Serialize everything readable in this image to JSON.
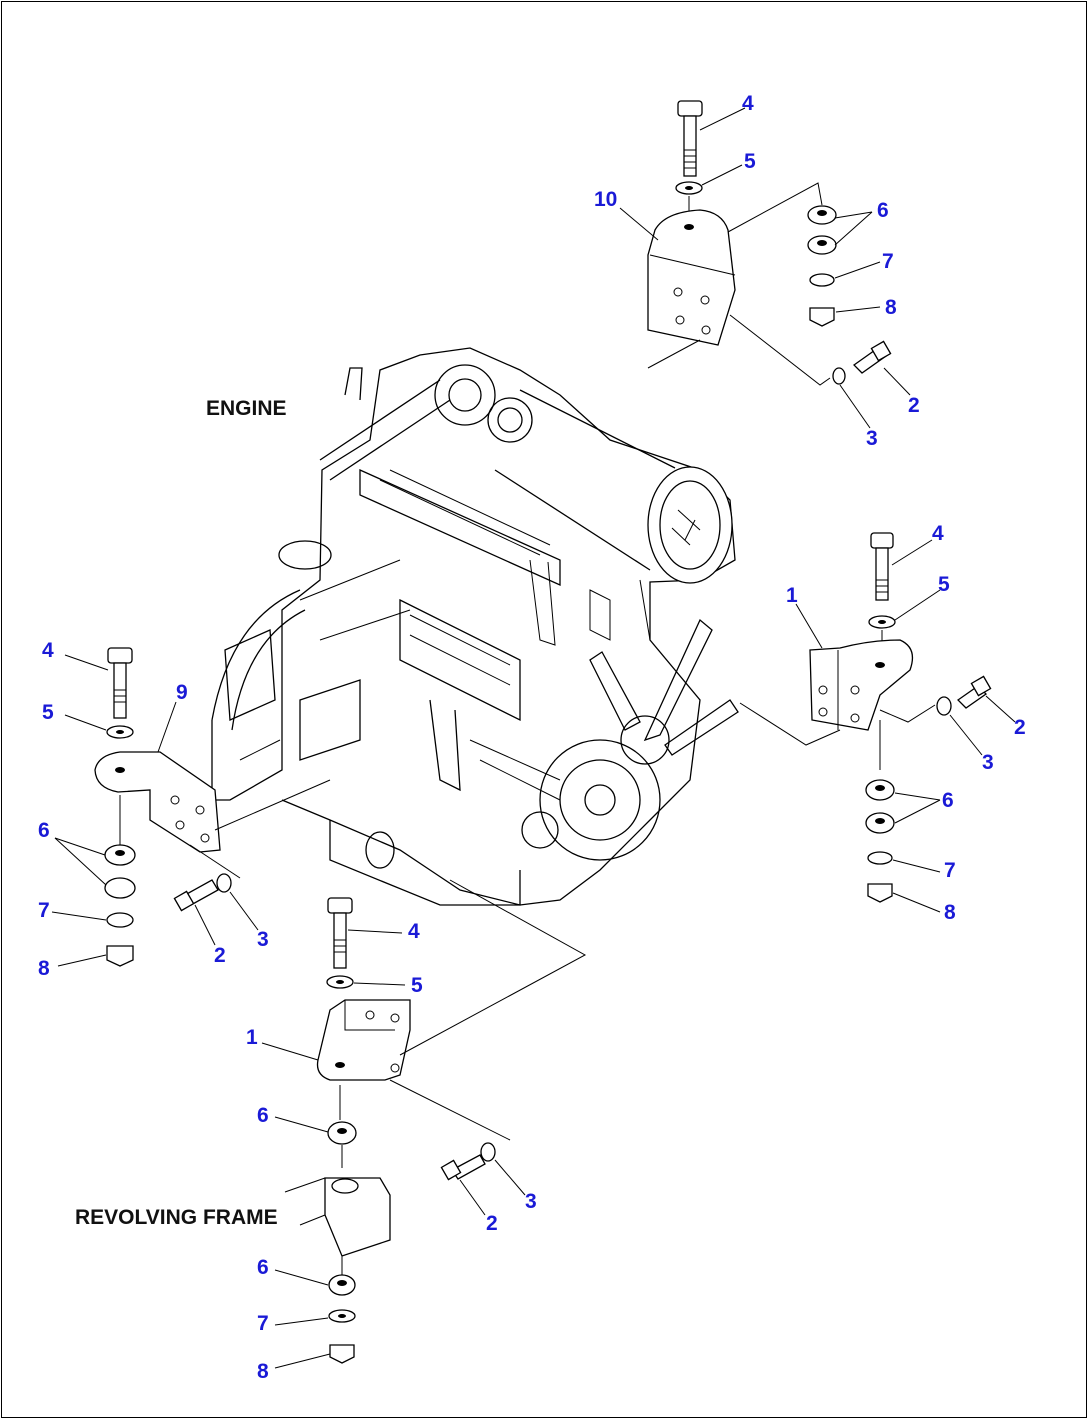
{
  "labels": {
    "engine": "ENGINE",
    "revolving_frame": "REVOLVING FRAME"
  },
  "colors": {
    "callout": "#1a1ad6",
    "line": "#000000",
    "background": "#ffffff"
  },
  "callouts": {
    "top": {
      "bolt": "4",
      "washer": "5",
      "bracket": "10",
      "cushion": "6",
      "plate_washer": "7",
      "nut": "8",
      "bracket_bolt": "2",
      "bracket_washer": "3"
    },
    "right": {
      "bracket": "1",
      "bolt": "4",
      "washer": "5",
      "bracket_bolt": "2",
      "bracket_washer": "3",
      "cushion": "6",
      "plate_washer": "7",
      "nut": "8"
    },
    "left": {
      "bolt": "4",
      "washer": "5",
      "bracket": "9",
      "cushion": "6",
      "plate_washer": "7",
      "nut": "8",
      "bracket_bolt": "2",
      "bracket_washer": "3"
    },
    "bottom": {
      "bolt": "4",
      "washer": "5",
      "bracket": "1",
      "bracket_washer": "3",
      "bracket_bolt": "2",
      "upper_cushion": "6",
      "lower_cushion": "6",
      "plate_washer": "7",
      "nut": "8"
    }
  }
}
